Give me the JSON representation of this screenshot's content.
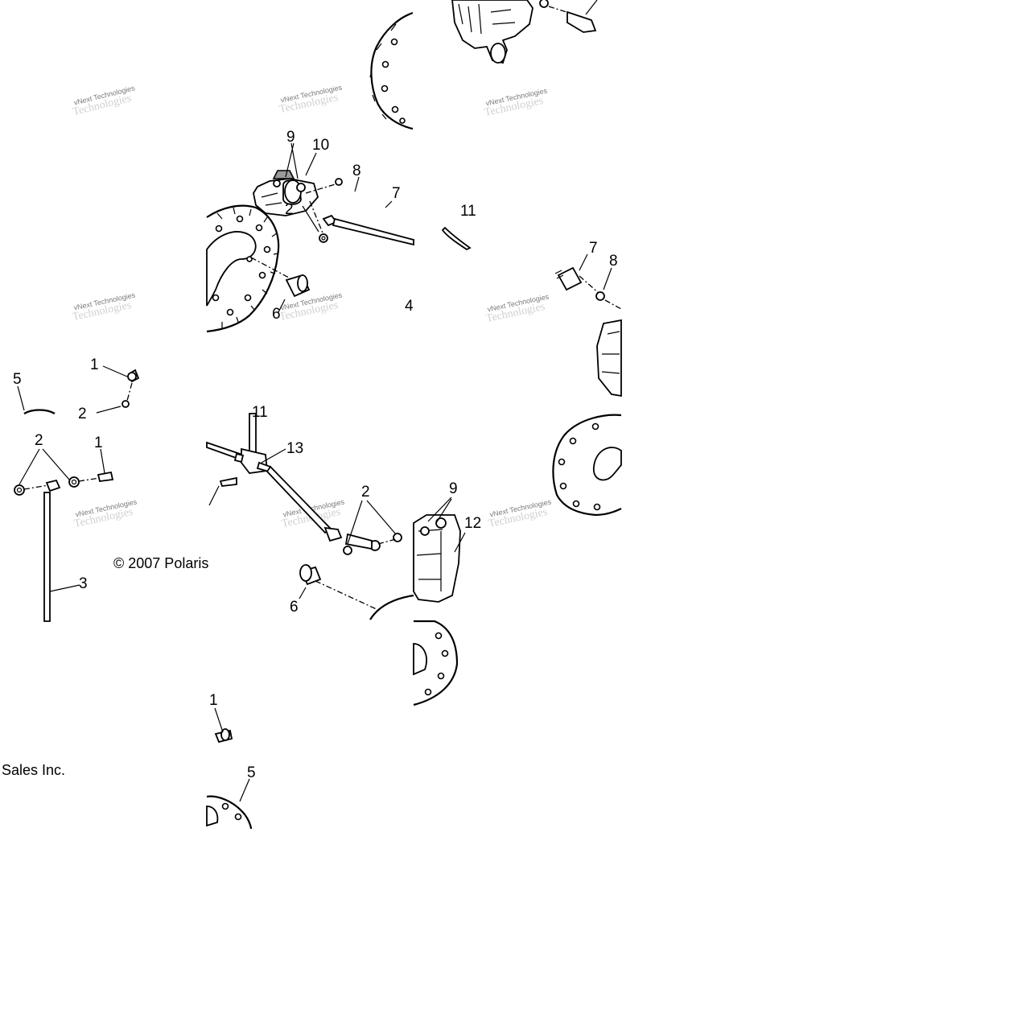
{
  "diagram": {
    "callouts": {
      "c9_top": "9",
      "c10": "10",
      "c8_top": "8",
      "c7_top": "7",
      "c11_top": "11",
      "c2_top": "2",
      "c6_top": "6",
      "c4": "4",
      "c7_right": "7",
      "c8_right": "8",
      "c5_left": "5",
      "c1_left": "1",
      "c2_left_small": "2",
      "c2_left": "2",
      "c1_left2": "1",
      "c3": "3",
      "c11_mid": "11",
      "c13": "13",
      "c2_mid": "2",
      "c9_mid": "9",
      "c12": "12",
      "c6_mid": "6",
      "c1_bottom": "1",
      "c5_bottom": "5"
    },
    "copyright": "© 2007 Polaris",
    "sales": "Sales Inc.",
    "watermark_line1": "vNext Technologies",
    "watermark_line2": "Technologies"
  }
}
